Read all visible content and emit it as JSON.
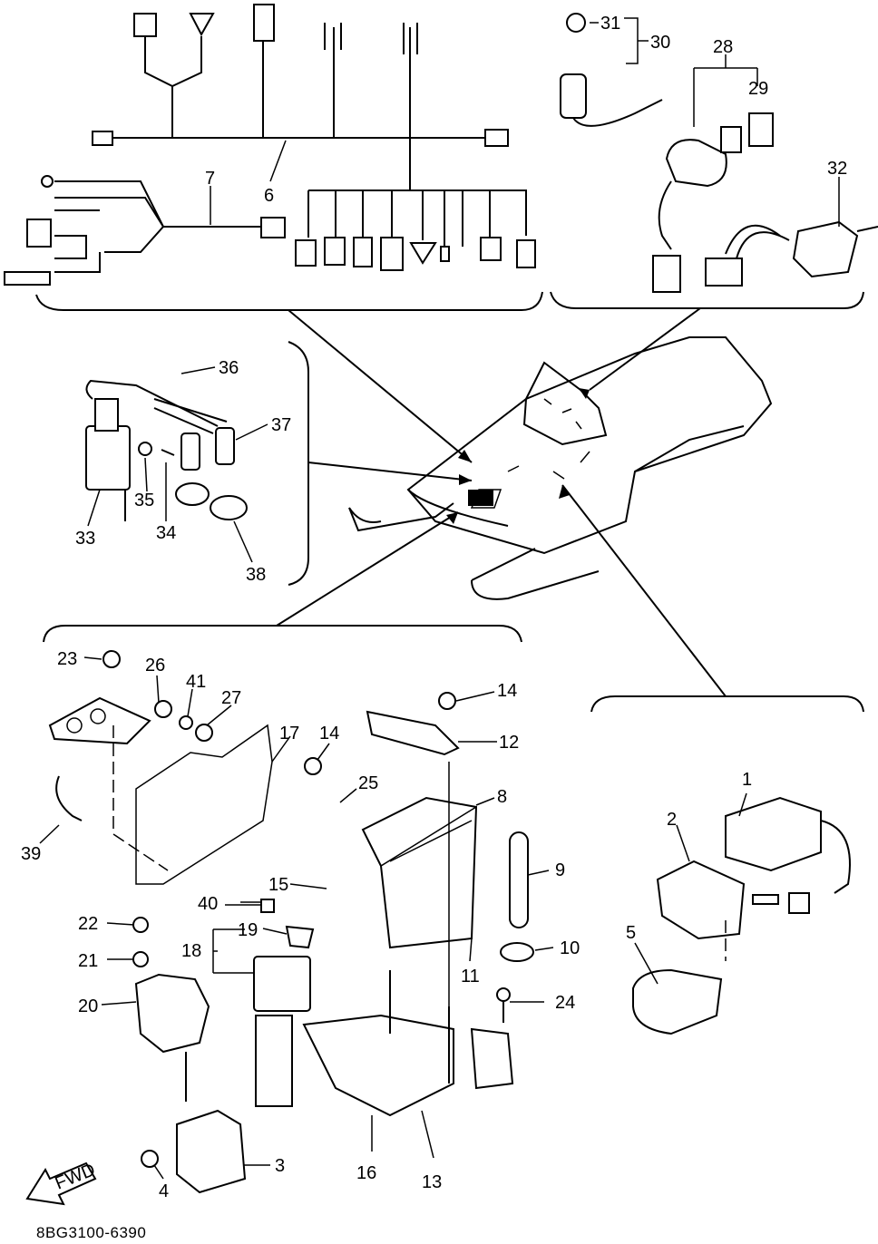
{
  "diagram": {
    "drawing_code": "8BG3100-6390",
    "fwd_label": "FWD",
    "callouts": [
      "1",
      "2",
      "3",
      "4",
      "5",
      "6",
      "7",
      "8",
      "9",
      "10",
      "11",
      "12",
      "13",
      "14",
      "14",
      "15",
      "16",
      "17",
      "18",
      "19",
      "20",
      "21",
      "22",
      "23",
      "24",
      "25",
      "26",
      "27",
      "28",
      "29",
      "30",
      "31",
      "32",
      "33",
      "34",
      "35",
      "36",
      "37",
      "38",
      "39",
      "40",
      "41"
    ]
  }
}
